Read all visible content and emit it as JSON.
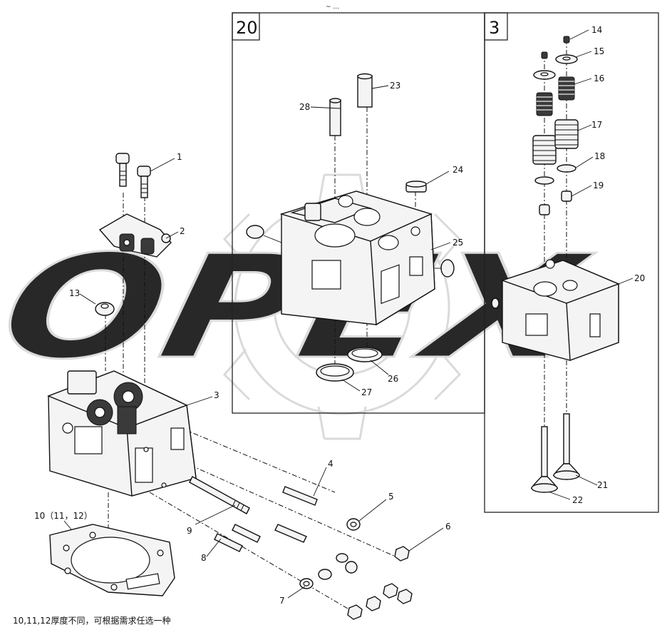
{
  "top_mark": "~ ...",
  "watermark_text": "OPEX",
  "panels": {
    "panel_20": {
      "label": "20"
    },
    "panel_3": {
      "label": "3"
    }
  },
  "callouts": {
    "c1": "1",
    "c2": "2",
    "c3": "3",
    "c4": "4",
    "c5": "5",
    "c6": "6",
    "c7": "7",
    "c8": "8",
    "c9": "9",
    "c10": "10（11，12）",
    "c13": "13",
    "c14": "14",
    "c15": "15",
    "c16": "16",
    "c17": "17",
    "c18": "18",
    "c19": "19",
    "c20": "20",
    "c21": "21",
    "c22": "22",
    "c23": "23",
    "c24": "24",
    "c25": "25",
    "c26": "26",
    "c27": "27",
    "c28": "28"
  },
  "footnote": "10,11,12厚度不同，可根据需求任选一种"
}
